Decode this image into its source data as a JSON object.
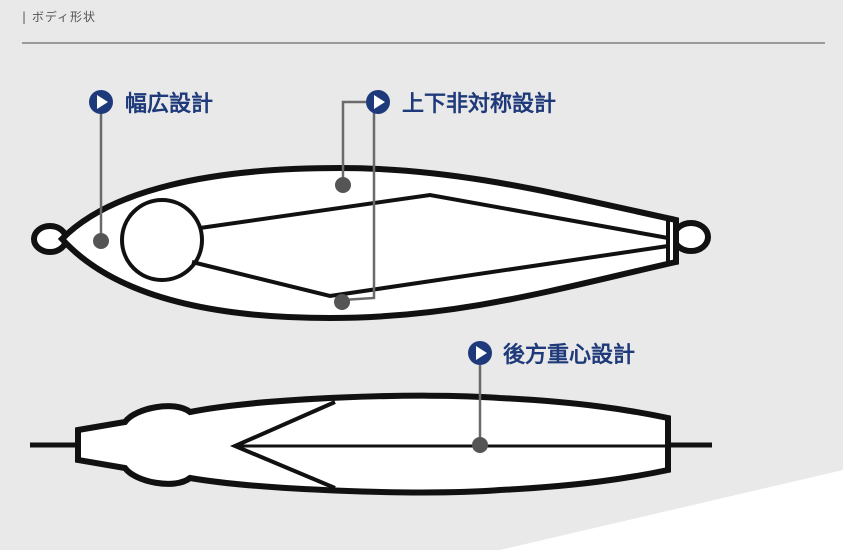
{
  "header": {
    "label": "| ボディ形状"
  },
  "callouts": {
    "wide": {
      "label": "幅広設計"
    },
    "asymmetric": {
      "label": "上下非対称設計"
    },
    "rear_weight": {
      "label": "後方重心設計"
    }
  },
  "colors": {
    "background": "#e9e9e9",
    "accent": "#1f3a7a",
    "outline": "#111111",
    "leader": "#6a6a6a",
    "dot": "#555555"
  }
}
